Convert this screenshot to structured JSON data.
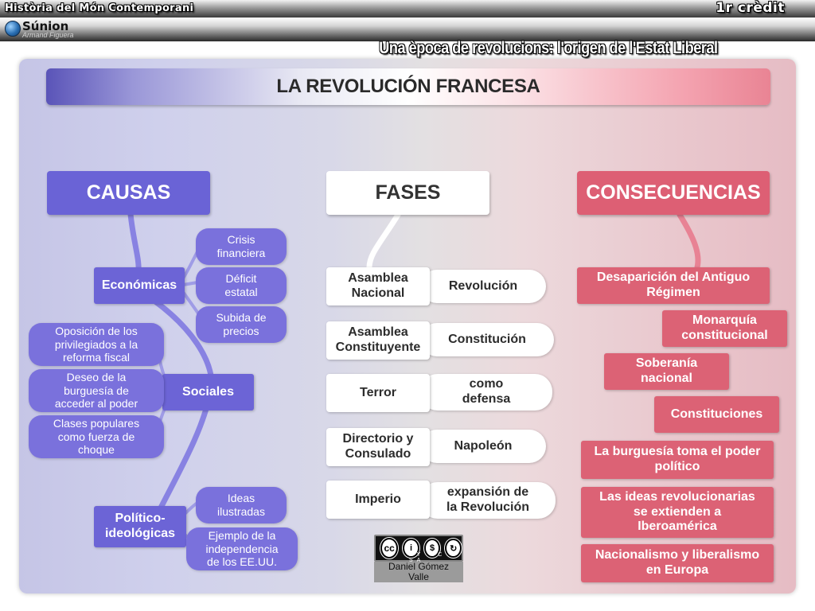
{
  "header": {
    "course_title": "Història del Món Contemporani",
    "credit": "1r crèdit",
    "unit_title": "Una època de revolucions: l'origen de l'Estat Liberal",
    "logo_name": "Súnion",
    "logo_author": "Armand Figuera"
  },
  "map": {
    "title": "LA REVOLUCIÓN FRANCESA",
    "causes": {
      "heading": "CAUSAS",
      "categories": {
        "economic": "Económicas",
        "social": "Sociales",
        "political": "Político-\nideológicas"
      },
      "economic_items": [
        "Crisis\nfinanciera",
        "Déficit\nestatal",
        "Subida de\nprecios"
      ],
      "social_items": [
        "Oposición de los\nprivilegiados a la\nreforma fiscal",
        "Deseo de la\nburguesía de\nacceder al poder",
        "Clases populares\ncomo fuerza de\nchoque"
      ],
      "political_items": [
        "Ideas\nilustradas",
        "Ejemplo de la\nindependencia\nde los EE.UU."
      ]
    },
    "phases": {
      "heading": "FASES",
      "items": [
        {
          "name": "Asamblea\nNacional",
          "note": "Revolución"
        },
        {
          "name": "Asamblea\nConstituyente",
          "note": "Constitución"
        },
        {
          "name": "Terror",
          "note": "como\ndefensa"
        },
        {
          "name": "Directorio y\nConsulado",
          "note": "Napoleón"
        },
        {
          "name": "Imperio",
          "note": "expansión de\nla Revolución"
        }
      ]
    },
    "consequences": {
      "heading": "CONSECUENCIAS",
      "items": [
        "Desaparición del Antiguo\nRégimen",
        "Monarquía\nconstitucional",
        "Soberanía\nnacional",
        "Constituciones",
        "La burguesía toma el poder\npolítico",
        "Las ideas revolucionarias\nse extienden a\nIberoamérica",
        "Nacionalismo y liberalismo\nen Europa"
      ]
    },
    "license": {
      "labels": "BY NC SA",
      "author": "Daniel Gómez\nValle"
    }
  },
  "colors": {
    "causes": "#6a63d6",
    "consequences": "#dc6275",
    "phases": "#ffffff"
  },
  "icons": {
    "logo": "globe-icon",
    "license": "creative-commons-icon"
  }
}
